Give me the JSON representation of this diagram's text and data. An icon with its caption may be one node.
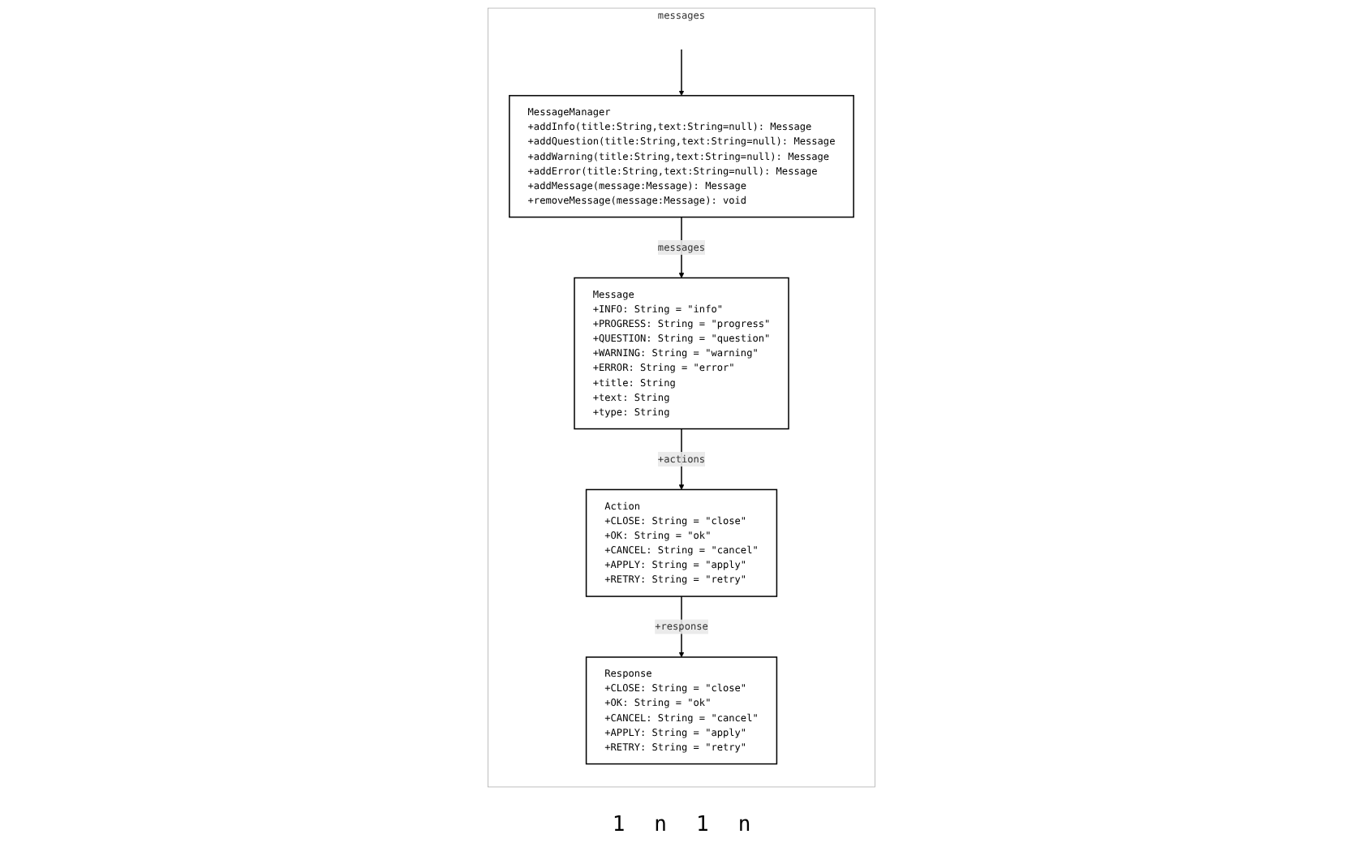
{
  "diagram": {
    "nodes": [
      {
        "text": [
          "messages"
        ]
      },
      {
        "text": [
          "MessageManager",
          "+addInfo(title:String,text:String=null): Message",
          "+addQuestion(title:String,text:String=null): Message",
          "+addWarning(title:String,text:String=null): Message",
          "+addError(title:String,text:String=null): Message",
          "+addMessage(message:Message): Message",
          "+removeMessage(message:Message): void"
        ],
        "in": 0
      },
      {
        "text": [
          "Response",
          "+CLOSE: String = \"close\"",
          "+OK: String = \"ok\"",
          "+CANCEL: String = \"cancel\"",
          "+APPLY: String = \"apply\"",
          "+RETRY: String = \"retry\""
        ],
        "in": 0
      },
      {
        "text": [
          "Message",
          "+INFO: String = \"info\"",
          "+PROGRESS: String = \"progress\"",
          "+QUESTION: String = \"question\"",
          "+WARNING: String = \"warning\"",
          "+ERROR: String = \"error\"",
          "+title: String",
          "+text: String",
          "+type: String"
        ],
        "in": 0
      },
      {
        "text": [
          "Action",
          "+CLOSE: String = \"close\"",
          "+OK: String = \"ok\"",
          "+CANCEL: String = \"cancel\"",
          "+APPLY: String = \"apply\"",
          "+RETRY: String = \"retry\""
        ],
        "in": 0
      }
    ],
    "edges": [
      {
        "from": null,
        "to": 1,
        "arrow": "to"
      },
      {
        "from": 1,
        "to": 3,
        "arrow": "to",
        "label": "messages"
      },
      {
        "from": 3,
        "to": 4,
        "arrow": "to",
        "label": "+actions"
      },
      {
        "from": 4,
        "to": 2,
        "arrow": "to",
        "label": "+response"
      }
    ],
    "labels": [
      "1",
      "n",
      "1",
      "n"
    ]
  }
}
